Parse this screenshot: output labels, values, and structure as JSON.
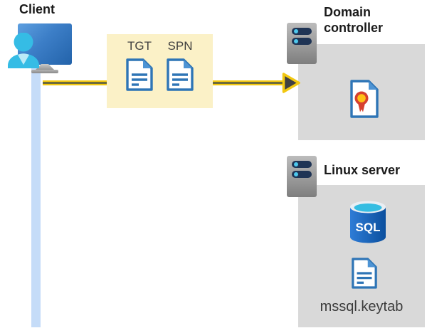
{
  "diagram": {
    "client": {
      "label": "Client"
    },
    "tickets": {
      "tgt": "TGT",
      "spn": "SPN"
    },
    "domain_controller": {
      "label": "Domain controller"
    },
    "linux_server": {
      "label": "Linux server",
      "sql": "SQL",
      "keytab": "mssql.keytab"
    }
  },
  "icons": {
    "client": "person-at-monitor-icon",
    "tickets": "document-icon",
    "domain_controller": "certificate-icon",
    "linux_server": "sql-database-icon, document-icon"
  },
  "colors": {
    "highlight_yellow": "#FBF1C7",
    "panel_gray": "#D9D9D9",
    "arrow_gold": "#F2C811",
    "arrow_core_olive": "#6E6B39",
    "arrowhead_dark": "#3F4043",
    "doc_blue": "#2E75B6",
    "doc_fold_blue": "#4E94D4",
    "client_cyan": "#35BCE5",
    "timeline_blue": "#C5DCF8",
    "server_gray": "#9A9A9A",
    "server_slot_navy": "#1F3455",
    "server_dot_cyan": "#4EC7EC",
    "cert_red": "#D6402F",
    "cert_gold": "#FFC117",
    "sql_body_blue": "#0B4F9E",
    "sql_top_cyan": "#35BDE2",
    "heading_text": "#1A1A1A",
    "plain_text": "#404040"
  }
}
